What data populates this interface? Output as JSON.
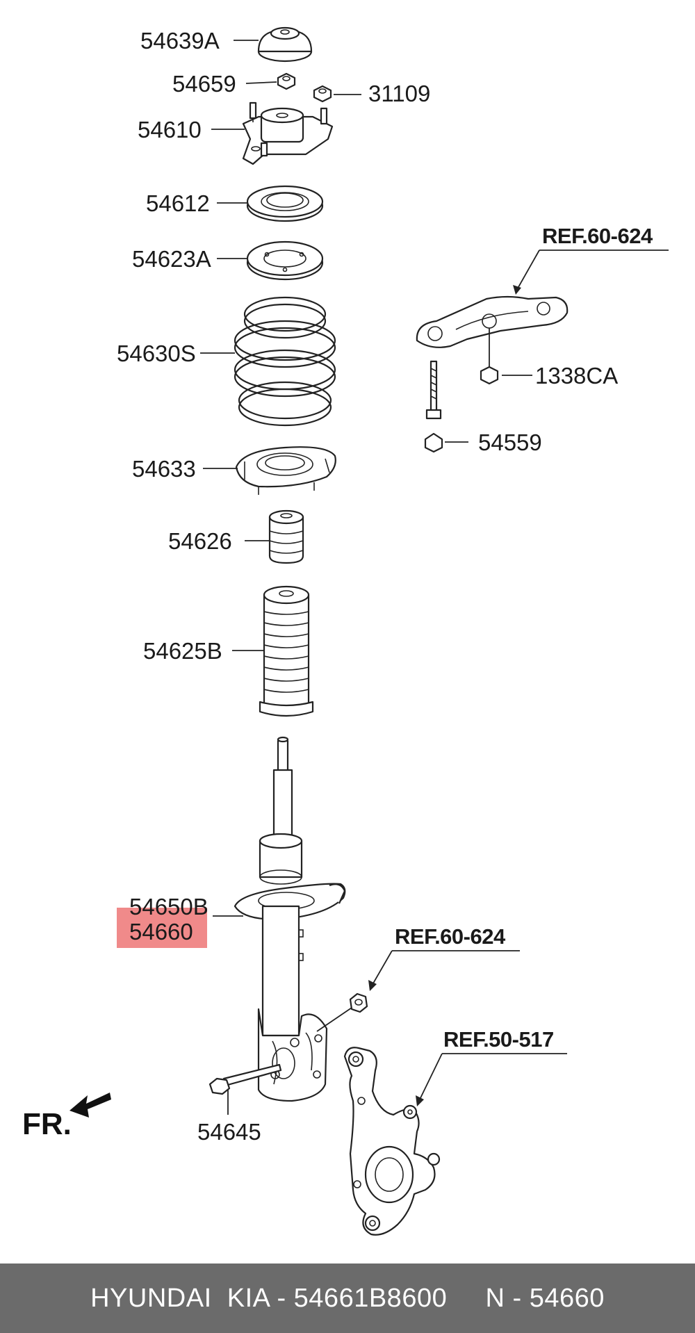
{
  "diagram": {
    "labels": {
      "p54639A": "54639A",
      "p54659": "54659",
      "p31109": "31109",
      "p54610": "54610",
      "p54612": "54612",
      "p54623A": "54623A",
      "p54630S": "54630S",
      "p54633": "54633",
      "p54626": "54626",
      "p54625B": "54625B",
      "p54650B": "54650B",
      "p54660": "54660",
      "p54645": "54645",
      "p1338CA": "1338CA",
      "p54559": "54559"
    },
    "refs": {
      "ref_top": "REF.60-624",
      "ref_mid": "REF.60-624",
      "ref_knuckle": "REF.50-517"
    },
    "direction": "FR.",
    "highlight_color": "#f08a8a"
  },
  "footer": {
    "text": "HYUNDAI  KIA - 54661B8600     N - 54660"
  }
}
